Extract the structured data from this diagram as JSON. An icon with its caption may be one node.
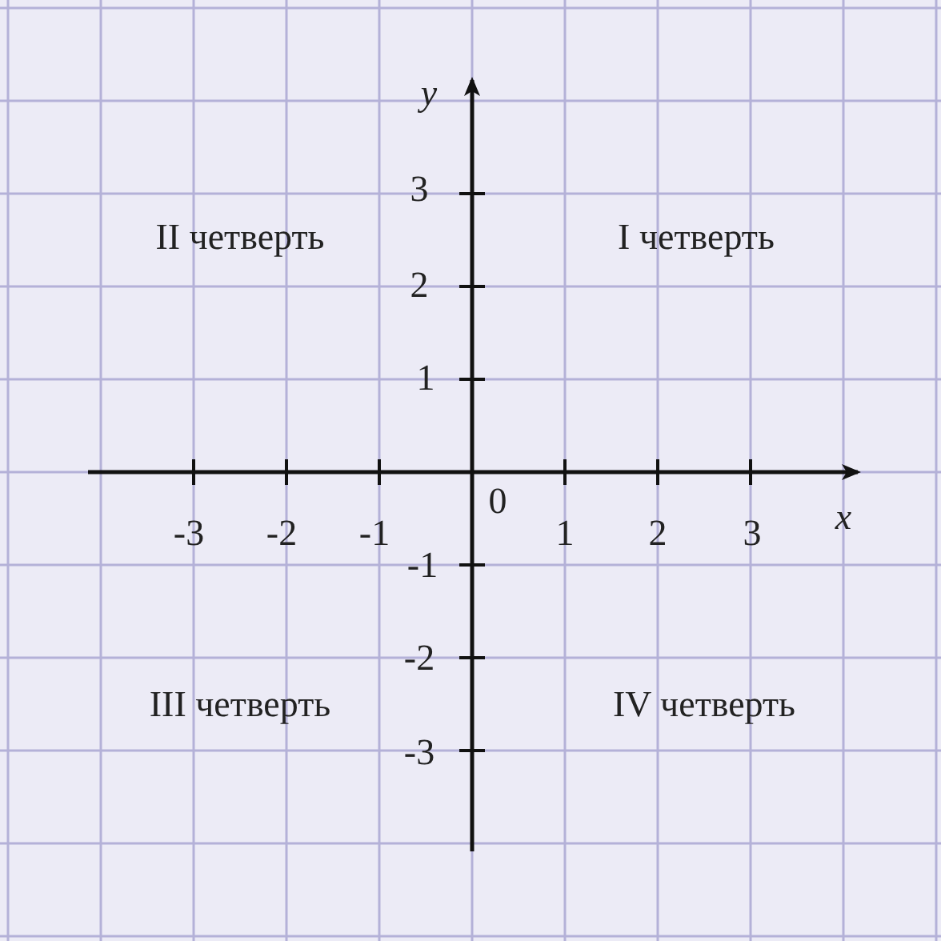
{
  "diagram": {
    "labels": [
      "y",
      "3",
      "II четверть",
      "I четверть",
      "2",
      "1",
      "0",
      "-3",
      "-2",
      "-1",
      "1",
      "2",
      "3",
      "x",
      "-1",
      "-2",
      "III четверть",
      "IV четверть",
      "-3"
    ]
  }
}
